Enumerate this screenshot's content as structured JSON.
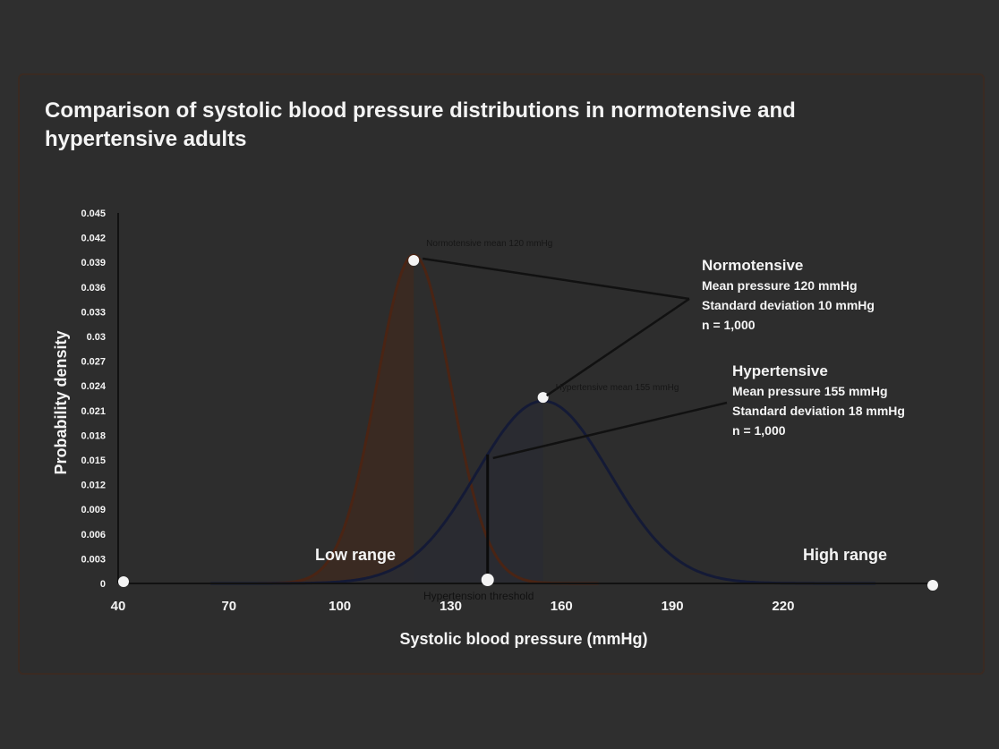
{
  "page": {
    "title": "Comparison of systolic blood pressure distributions in normotensive and hypertensive adults"
  },
  "colors": {
    "background": "#2f2f2f",
    "card_border": "#3a2a22",
    "normal_curve": "#4a2414",
    "normal_fill": "#3b2a22",
    "hypertension_curve": "#141a36",
    "hypertension_fill": "#2a2b31",
    "axis": "#111111",
    "text": "#f4f4f4"
  },
  "chart_data": {
    "type": "area",
    "title": "Comparison of systolic blood pressure distributions in normotensive and hypertensive adults",
    "xlabel": "Systolic blood pressure (mmHg)",
    "ylabel": "Probability density",
    "xlim": [
      40,
      260
    ],
    "ylim": [
      0,
      0.045
    ],
    "x_ticks": [
      40,
      70,
      100,
      130,
      160,
      190,
      220
    ],
    "y_ticks": [
      0,
      0.003,
      0.006,
      0.009,
      0.012,
      0.015,
      0.018,
      0.021,
      0.024,
      0.027,
      0.03,
      0.033,
      0.036,
      0.039,
      0.042,
      0.045
    ],
    "grid": false,
    "series": [
      {
        "name": "Normotensive",
        "mean": 120,
        "sd": 10,
        "peak_density": 0.0399
      },
      {
        "name": "Hypertensive",
        "mean": 155,
        "sd": 18,
        "peak_density": 0.0222
      }
    ],
    "annotations": {
      "normal_peak": "Normotensive mean 120 mmHg",
      "hyper_peak": "Hypertensive mean 155 mmHg",
      "normal_box": [
        "Normotensive",
        "Mean pressure 120 mmHg",
        "Standard deviation 10 mmHg",
        "n = 1,000"
      ],
      "hyper_box": [
        "Hypertensive",
        "Mean pressure 155 mmHg",
        "Standard deviation 18 mmHg",
        "n = 1,000"
      ],
      "threshold_label": "Hypertension threshold",
      "threshold_x": 140,
      "left_region": "Low range",
      "right_region": "High range"
    }
  }
}
